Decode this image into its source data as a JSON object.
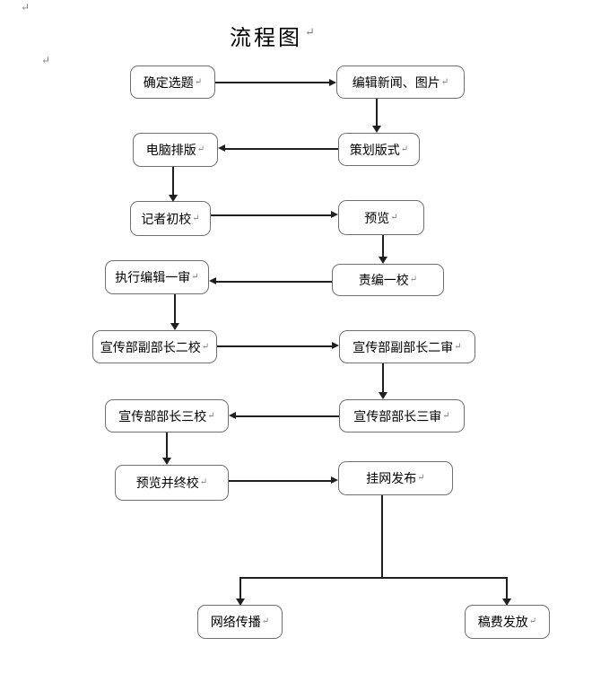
{
  "page": {
    "title": "流程图",
    "background_color": "#ffffff",
    "text_color": "#000000"
  },
  "marks": {
    "return_symbol": "↵",
    "color": "#808080"
  },
  "flowchart": {
    "box_border_color": "#707070",
    "line_color": "#1f1f1f",
    "nodes": [
      {
        "id": "determine-topic",
        "label": "确定选题"
      },
      {
        "id": "edit-news-images",
        "label": "编辑新闻、图片"
      },
      {
        "id": "computer-typesetting",
        "label": "电脑排版"
      },
      {
        "id": "plan-layout",
        "label": "策划版式"
      },
      {
        "id": "reporter-first-proof",
        "label": "记者初校"
      },
      {
        "id": "preview",
        "label": "预览"
      },
      {
        "id": "executive-editor-first-review",
        "label": "执行编辑一审"
      },
      {
        "id": "chief-editor-first-proof",
        "label": "责编一校"
      },
      {
        "id": "deputy-director-second-proof",
        "label": "宣传部副部长二校"
      },
      {
        "id": "deputy-director-second-review",
        "label": "宣传部副部长二审"
      },
      {
        "id": "director-third-proof",
        "label": "宣传部部长三校"
      },
      {
        "id": "director-third-review",
        "label": "宣传部部长三审"
      },
      {
        "id": "preview-final-proof",
        "label": "预览并终校"
      },
      {
        "id": "publish-online",
        "label": "挂网发布"
      },
      {
        "id": "network-spread",
        "label": "网络传播"
      },
      {
        "id": "fee-payment",
        "label": "稿费发放"
      }
    ],
    "edges": [
      {
        "from": "确定选题",
        "to": "编辑新闻、图片"
      },
      {
        "from": "编辑新闻、图片",
        "to": "策划版式"
      },
      {
        "from": "策划版式",
        "to": "电脑排版"
      },
      {
        "from": "电脑排版",
        "to": "记者初校"
      },
      {
        "from": "记者初校",
        "to": "预览"
      },
      {
        "from": "预览",
        "to": "责编一校"
      },
      {
        "from": "责编一校",
        "to": "执行编辑一审"
      },
      {
        "from": "执行编辑一审",
        "to": "宣传部副部长二校"
      },
      {
        "from": "宣传部副部长二校",
        "to": "宣传部副部长二审"
      },
      {
        "from": "宣传部副部长二审",
        "to": "宣传部部长三审"
      },
      {
        "from": "宣传部部长三审",
        "to": "宣传部部长三校"
      },
      {
        "from": "宣传部部长三校",
        "to": "预览并终校"
      },
      {
        "from": "预览并终校",
        "to": "挂网发布"
      },
      {
        "from": "挂网发布",
        "to": "网络传播"
      },
      {
        "from": "挂网发布",
        "to": "稿费发放"
      }
    ]
  }
}
